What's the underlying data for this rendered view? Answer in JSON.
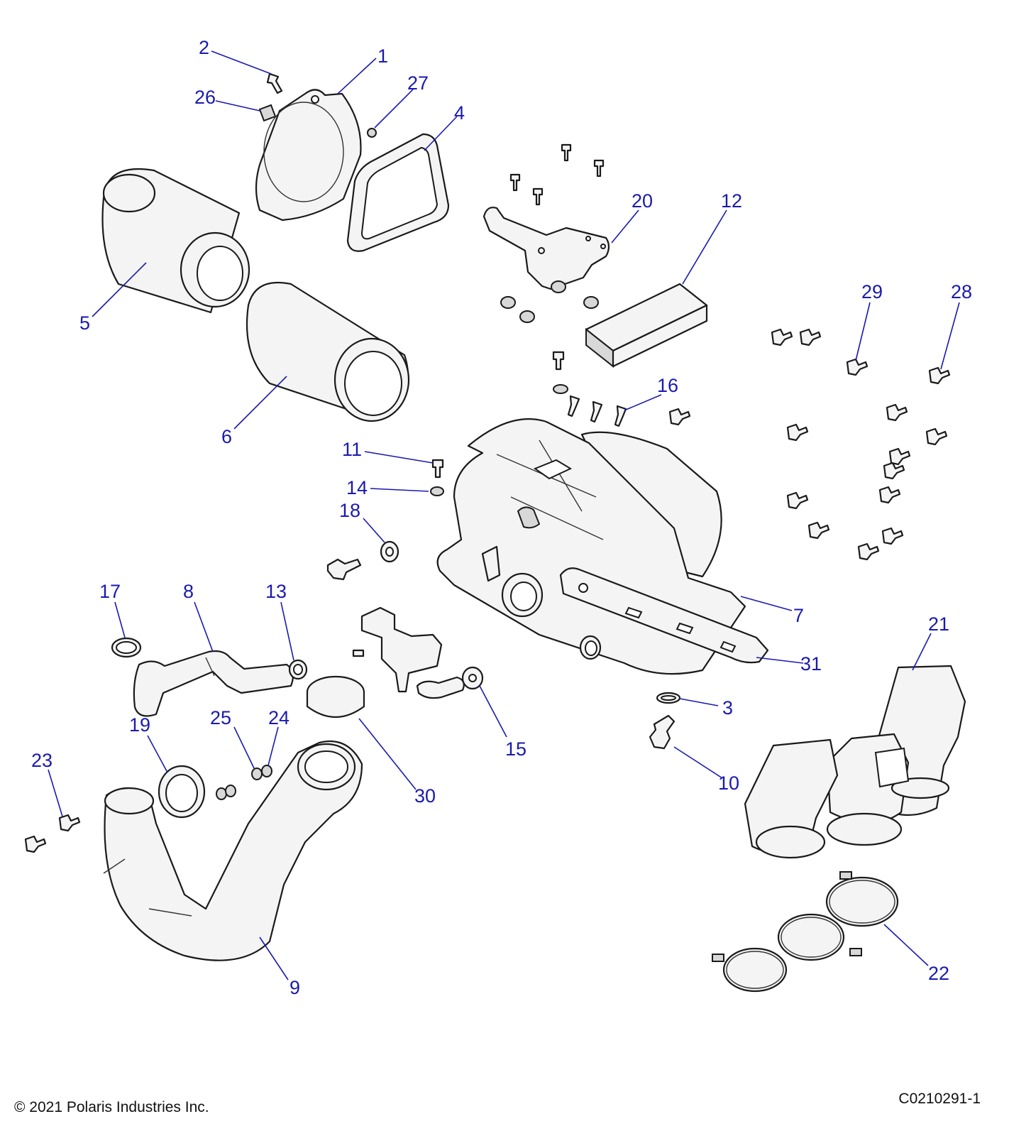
{
  "callouts": [
    "1",
    "2",
    "3",
    "4",
    "5",
    "6",
    "7",
    "8",
    "9",
    "10",
    "11",
    "12",
    "13",
    "14",
    "15",
    "16",
    "17",
    "18",
    "19",
    "20",
    "21",
    "22",
    "23",
    "24",
    "25",
    "26",
    "27",
    "28",
    "29",
    "30",
    "31"
  ],
  "footer": {
    "copyright": "© 2021 Polaris Industries Inc.",
    "drawing_number": "C0210291-1"
  },
  "colors": {
    "callout": "#1a1ab0",
    "line": "#1a1a1a",
    "part_fill": "#f4f4f4"
  }
}
